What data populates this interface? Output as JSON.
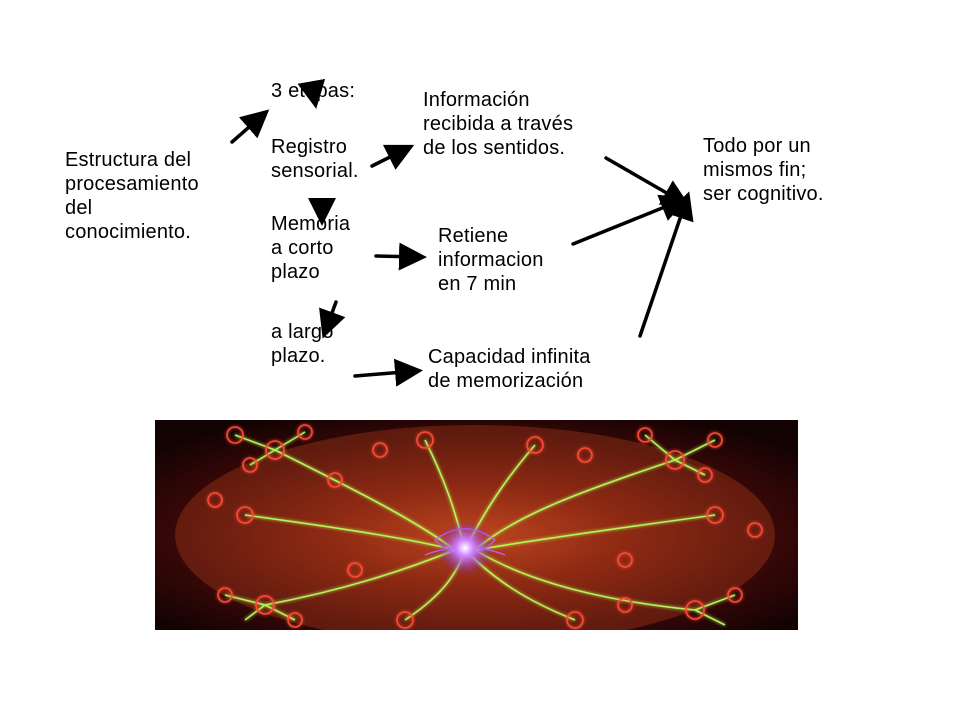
{
  "slide": {
    "texts": {
      "estructura": "Estructura del\nprocesamiento\ndel\nconocimiento.",
      "etapas": "3 etapas:",
      "registro": "Registro\nsensorial.",
      "memoria": "Memoria\na corto\nplazo",
      "largo": "a largo\nplazo.",
      "informacion": "Información\nrecibida a través\nde los sentidos.",
      "retiene": "Retiene\ninformacion\nen 7 min",
      "capacidad": "Capacidad infinita\nde memorización",
      "todo": "Todo por un\nmismos fin;\nser cognitivo."
    },
    "image": {
      "description_icon": "neural-network-image",
      "colors": {
        "background": "#1a0505",
        "glow_red": "#ff3a2a",
        "glow_green": "#b8ff5a",
        "glow_purple": "#b040ff"
      }
    }
  }
}
